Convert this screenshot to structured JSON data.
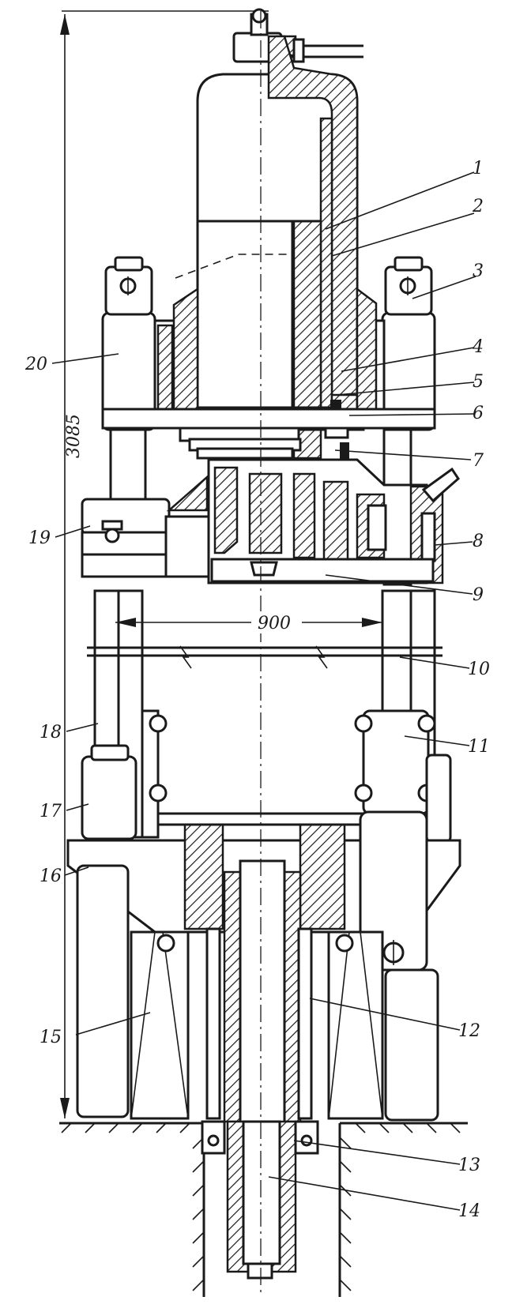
{
  "dimensions": {
    "height": "3085",
    "width": "900"
  },
  "callouts": [
    {
      "num": "1"
    },
    {
      "num": "2"
    },
    {
      "num": "3"
    },
    {
      "num": "4"
    },
    {
      "num": "5"
    },
    {
      "num": "6"
    },
    {
      "num": "7"
    },
    {
      "num": "8"
    },
    {
      "num": "9"
    },
    {
      "num": "10"
    },
    {
      "num": "11"
    },
    {
      "num": "12"
    },
    {
      "num": "13"
    },
    {
      "num": "14"
    },
    {
      "num": "15"
    },
    {
      "num": "16"
    },
    {
      "num": "17"
    },
    {
      "num": "18"
    },
    {
      "num": "19"
    },
    {
      "num": "20"
    }
  ]
}
